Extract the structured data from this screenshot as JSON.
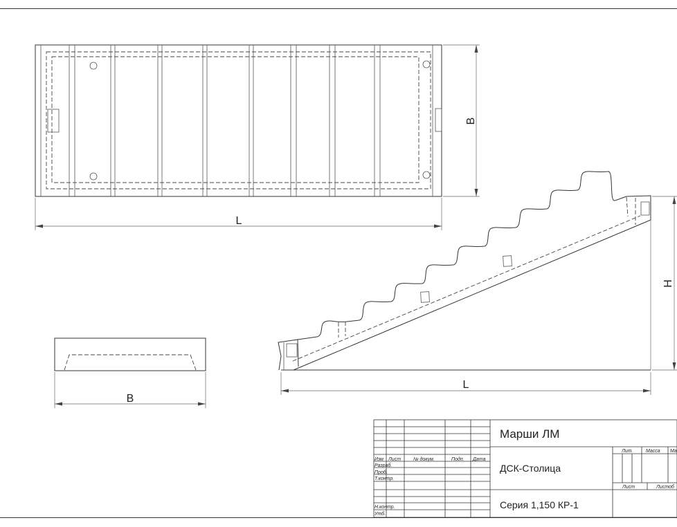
{
  "dimensions": {
    "plan_length": "L",
    "plan_width": "B",
    "section_width": "B",
    "side_length": "L",
    "side_height": "H"
  },
  "title_block": {
    "title": "Марши ЛМ",
    "organization": "ДСК-Столица",
    "series": "Серия 1,150 КР-1",
    "col_headers": [
      "Изм",
      "Лист",
      "№ докум.",
      "Подп.",
      "Дата"
    ],
    "rows": [
      "Разраб.",
      "Проб.",
      "Т.контр.",
      "Н.контр.",
      "Утб."
    ],
    "lit_label": "Лит.",
    "mass_label": "Масса",
    "scale_label": "Ма",
    "sheet_label": "Лист",
    "sheets_label": "Листоб"
  }
}
